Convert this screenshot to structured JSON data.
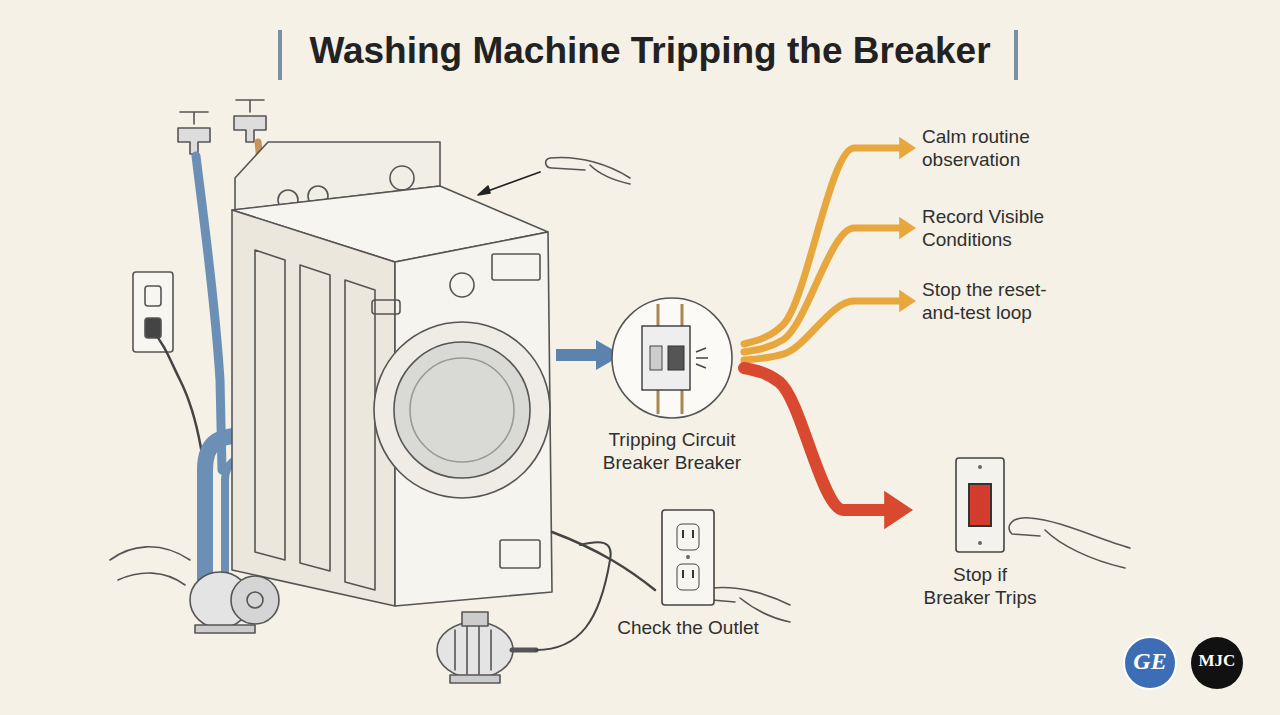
{
  "diagram": {
    "title": "Washing Machine Tripping the Breaker",
    "nodes": [
      {
        "text": [
          "Tripping Circuit Breaker Breaker"
        ]
      },
      {
        "text": [
          "Calm routine observation"
        ]
      },
      {
        "text": [
          "Record Visible Conditions"
        ]
      },
      {
        "text": [
          "Stop the reset-and-test loop"
        ]
      },
      {
        "text": [
          "Stop if Breaker Trips"
        ]
      },
      {
        "text": [
          "Check the Outlet"
        ]
      }
    ],
    "edges": [
      {
        "from": 0,
        "to": 1,
        "arrow": "to"
      },
      {
        "from": 0,
        "to": 2,
        "arrow": "to"
      },
      {
        "from": 0,
        "to": 3,
        "arrow": "to"
      },
      {
        "from": 0,
        "to": 4,
        "arrow": "to"
      }
    ],
    "labels": [
      "GE",
      "MJC"
    ]
  }
}
